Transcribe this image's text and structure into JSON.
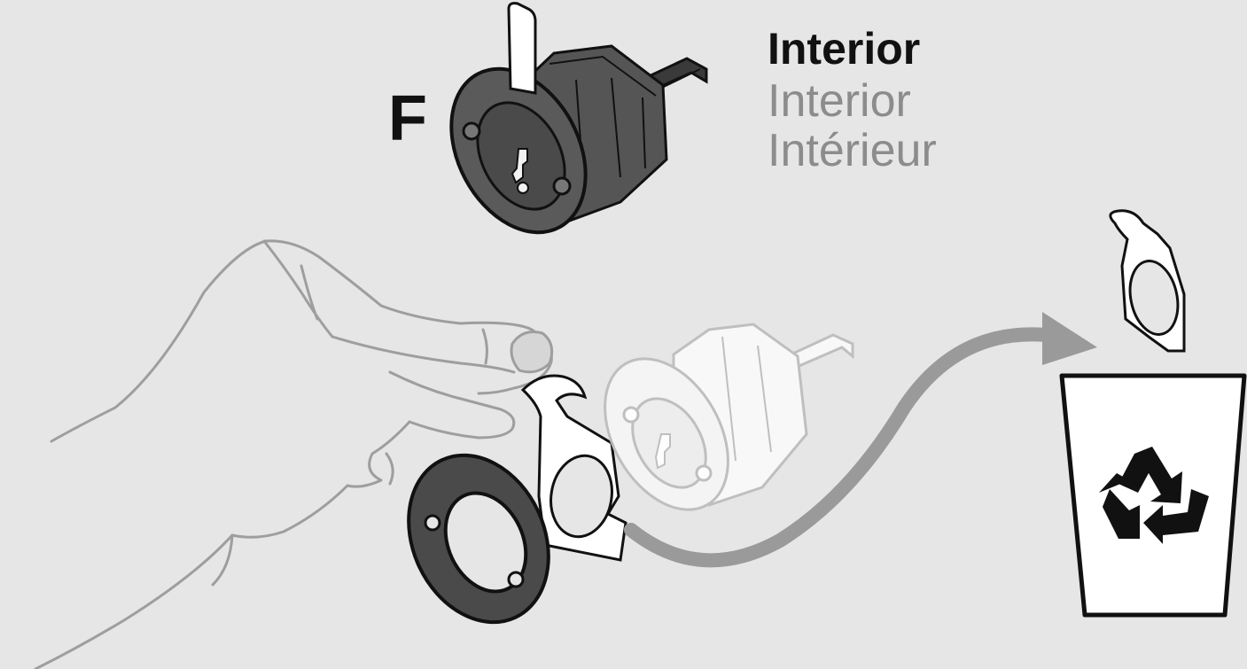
{
  "step": {
    "letter": "F"
  },
  "labels": {
    "english": "Interior",
    "spanish": "Interior",
    "french": "Intérieur"
  },
  "colors": {
    "background": "#e6e6e6",
    "ink": "#111111",
    "muted_text": "#8c8c8c",
    "arrow": "#9a9a9a",
    "faded_part": "#ffffff",
    "dark_part": "#4a4a4a"
  },
  "icons": [
    "recycle-icon",
    "trash-bin-icon",
    "hand-icon",
    "arrow-icon"
  ]
}
